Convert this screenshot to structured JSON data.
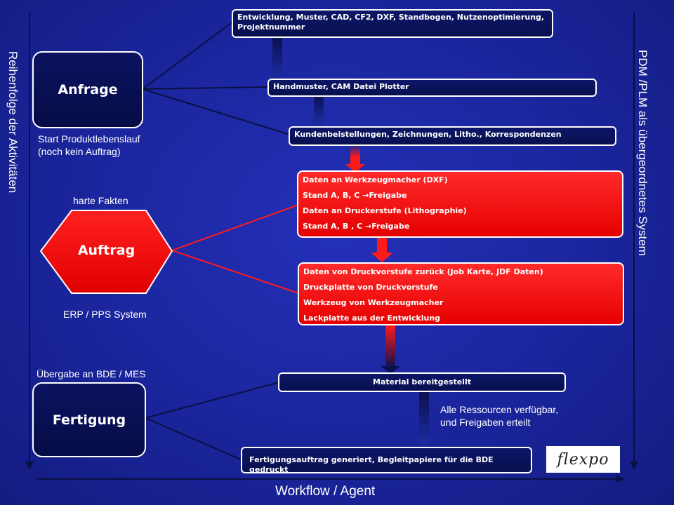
{
  "side_labels": {
    "left": "Reihenfolge der Aktivitäten",
    "right": "PDM /PLM als übergeordnetes System",
    "bottom": "Workflow / Agent"
  },
  "stages": {
    "anfrage": "Anfrage",
    "auftrag": "Auftrag",
    "fertigung": "Fertigung"
  },
  "notes": {
    "start": [
      "Start Produktlebenslauf",
      "(noch kein Auftrag)"
    ],
    "harte_fakten": "harte Fakten",
    "erp": "ERP / PPS System",
    "uebergabe": "Übergabe an BDE / MES",
    "ressourcen": [
      "Alle Ressourcen verfügbar,",
      "und  Freigaben erteilt"
    ]
  },
  "steps": {
    "entwicklung": "Entwicklung, Muster, CAD, CF2, DXF, Standbogen, Nutzenoptimierung, Projektnummer",
    "handmuster": "Handmuster, CAM Datei Plotter",
    "kunden": "Kundenbeistellungen, Zeichnungen, Litho., Korrespondenzen",
    "red1": [
      "Daten an Werkzeugmacher (DXF)",
      "Stand A, B, C →Freigabe",
      "Daten an Druckerstufe (Lithographie)",
      "Stand A, B , C →Freigabe"
    ],
    "red2": [
      "Daten von Druckvorstufe zurück (Job Karte, JDF Daten)",
      "Druckplatte von Druckvorstufe",
      "Werkzeug von Werkzeugmacher",
      "Lackplatte aus der Entwicklung"
    ],
    "material": "Material  bereitgestellt",
    "fertigungsauftrag": "Fertigungsauftrag generiert, Begleitpapiere für die BDE gedruckt"
  },
  "logo": "flexpo",
  "colors": {
    "background": "#1a259c",
    "highlight_red": "#ff1a1a",
    "navy_box": "#0b1360"
  }
}
